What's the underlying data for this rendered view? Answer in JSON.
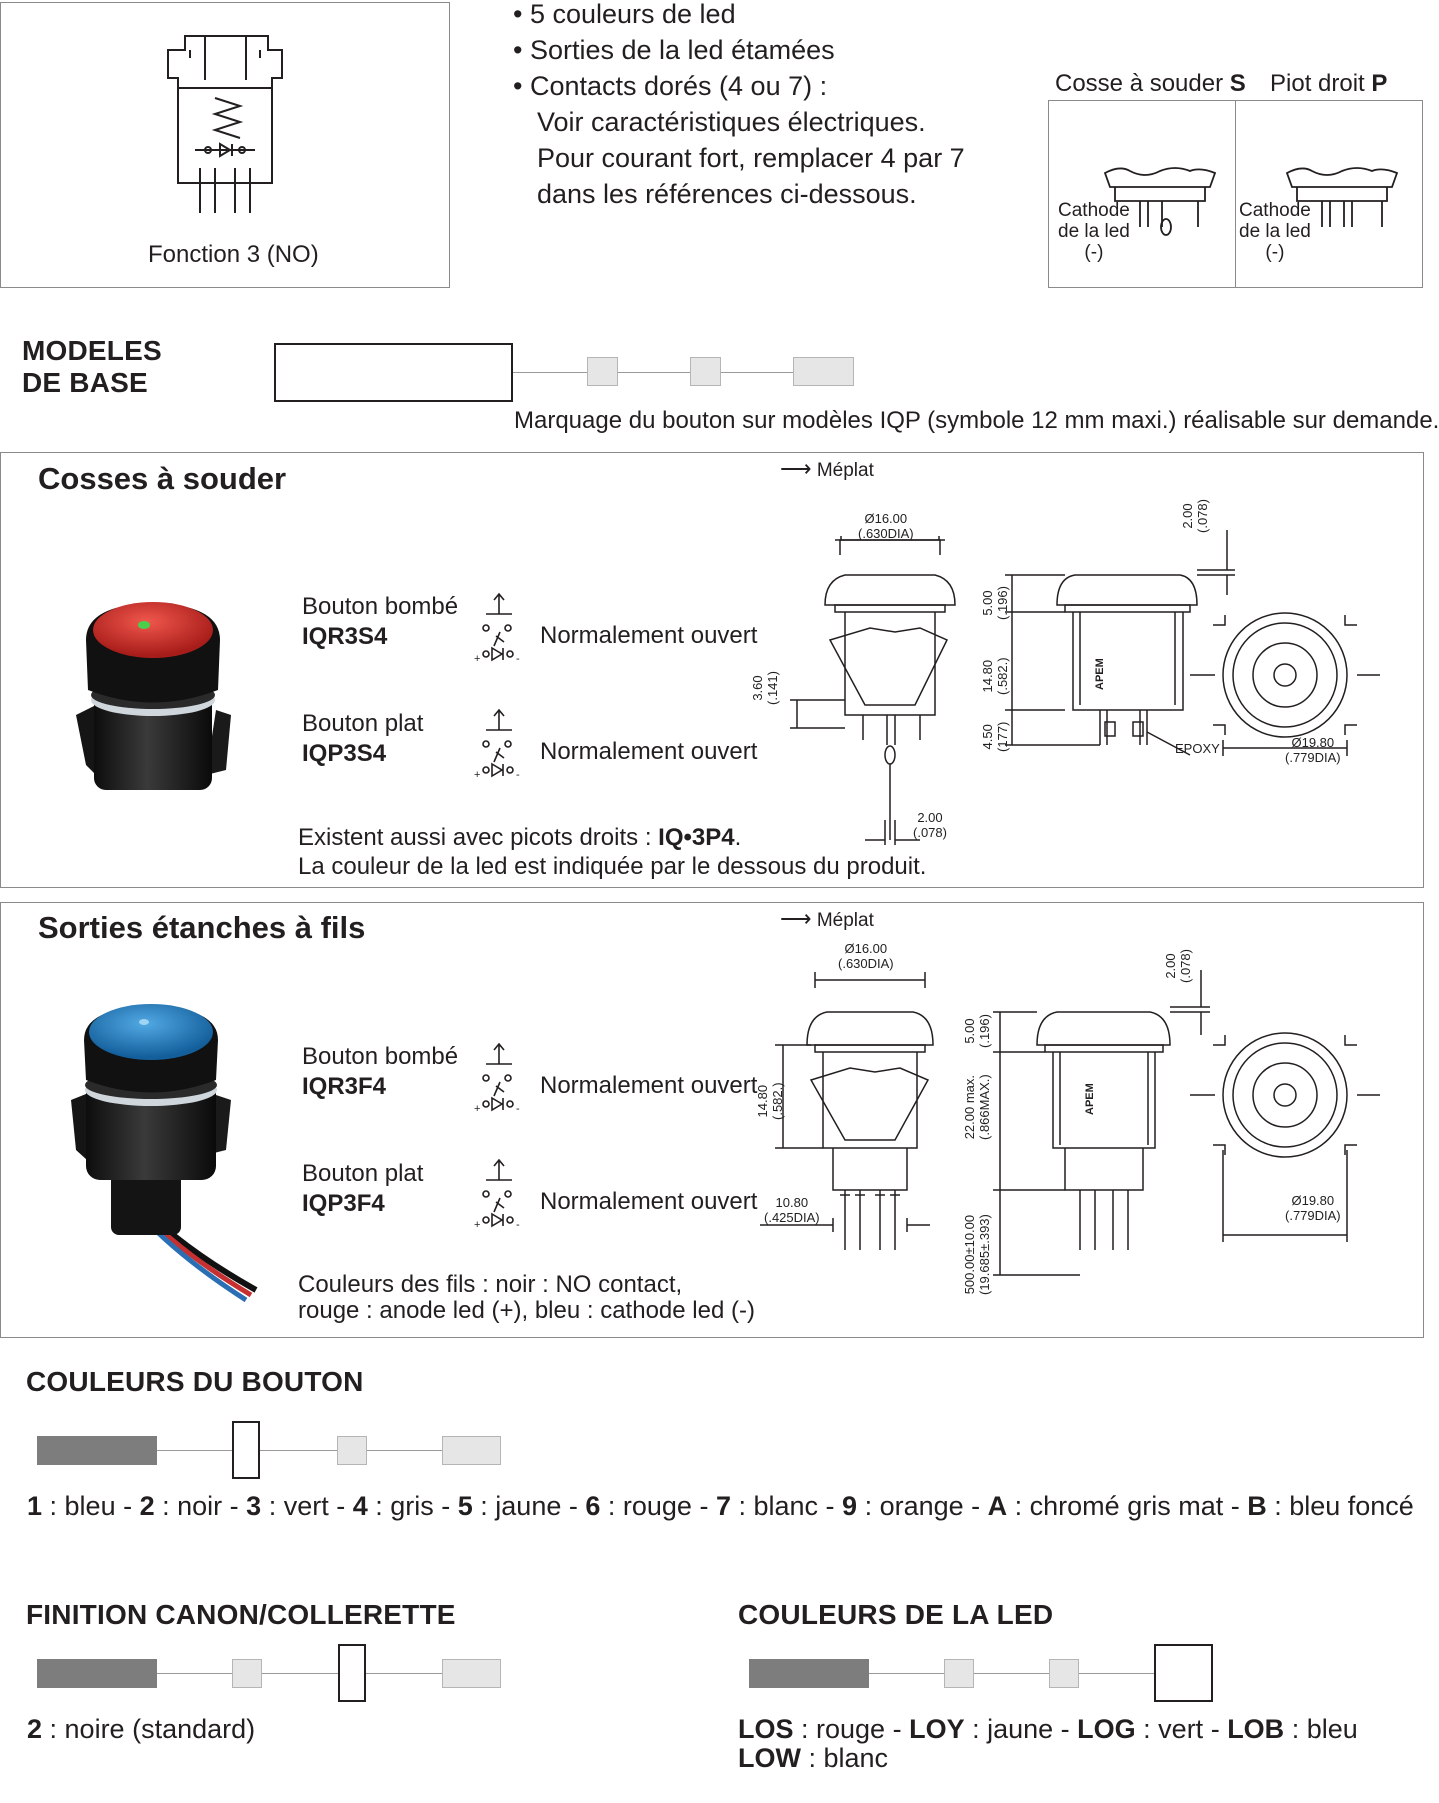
{
  "top": {
    "fonction_label": "Fonction 3 (NO)",
    "bullets": [
      "• 5 couleurs de led",
      "• Sorties de la led étamées",
      "• Contacts dorés (4 ou 7) :"
    ],
    "bullet_lines": [
      "Voir caractéristiques électriques.",
      "Pour courant fort, remplacer 4 par 7",
      "dans les références ci-dessous."
    ],
    "terminal_s_label": "Cosse à souder",
    "terminal_s_code": "S",
    "terminal_p_label": "Piot droit",
    "terminal_p_code": "P",
    "cathode_lines": [
      "Cathode",
      "de la led",
      "(-)"
    ]
  },
  "base_models": {
    "heading_line1": "MODELES",
    "heading_line2": "DE BASE",
    "note": "Marquage du bouton sur modèles IQP (symbole 12 mm maxi.) réalisable sur demande."
  },
  "solder": {
    "title": "Cosses à souder",
    "meplat": "Méplat",
    "items": [
      {
        "type": "Bouton bombé",
        "ref": "IQR3S4",
        "function": "Normalement ouvert"
      },
      {
        "type": "Bouton plat",
        "ref": "IQP3S4",
        "function": "Normalement ouvert"
      }
    ],
    "note1_prefix": "Existent aussi avec picots droits : ",
    "note1_ref": "IQ•3P4",
    "note1_suffix": ".",
    "note2": "La couleur de la led est indiquée par le dessous du produit.",
    "dims": {
      "d1": "Ø16.00",
      "d1b": "(.630DIA)",
      "d2": "2.00",
      "d2b": "(.078)",
      "d3": "5.00",
      "d3b": "(.196)",
      "d4": "14.80",
      "d4b": "(.582.)",
      "d5": "4.50",
      "d5b": "(177)",
      "d6": "3.60",
      "d6b": "(.141)",
      "d7": "2.00",
      "d7b": "(.078)",
      "d8": "Ø19.80",
      "d8b": "(.779DIA)",
      "epoxy": "EPOXY",
      "brand": "APEM"
    }
  },
  "wires": {
    "title": "Sorties étanches à fils",
    "meplat": "Méplat",
    "items": [
      {
        "type": "Bouton bombé",
        "ref": "IQR3F4",
        "function": "Normalement ouvert"
      },
      {
        "type": "Bouton plat",
        "ref": "IQP3F4",
        "function": "Normalement ouvert"
      }
    ],
    "note1": "Couleurs des fils : noir : NO contact,",
    "note2": "rouge : anode led (+), bleu : cathode led (-)",
    "dims": {
      "d1": "Ø16.00",
      "d1b": "(.630DIA)",
      "d2": "2.00",
      "d2b": "(.078)",
      "d3": "5.00",
      "d3b": "(.196)",
      "d4": "22.00 max.",
      "d4b": "(.866MAX.)",
      "d5": "14.80",
      "d5b": "(.582.)",
      "d6": "10.80",
      "d6b": "(.425DIA)",
      "d7": "500.00±10.00",
      "d7b": "(19.685±.393)",
      "d8": "Ø19.80",
      "d8b": "(.779DIA)",
      "brand": "APEM"
    }
  },
  "button_colors": {
    "heading": "COULEURS DU BOUTON",
    "legend": [
      {
        "code": "1",
        "name": "bleu"
      },
      {
        "code": "2",
        "name": "noir"
      },
      {
        "code": "3",
        "name": "vert"
      },
      {
        "code": "4",
        "name": "gris"
      },
      {
        "code": "5",
        "name": "jaune"
      },
      {
        "code": "6",
        "name": "rouge"
      },
      {
        "code": "7",
        "name": "blanc"
      },
      {
        "code": "9",
        "name": "orange"
      },
      {
        "code": "A",
        "name": "chromé gris mat"
      },
      {
        "code": "B",
        "name": "bleu foncé"
      }
    ]
  },
  "finish": {
    "heading": "FINITION CANON/COLLERETTE",
    "legend_code": "2",
    "legend_text": " : noire (standard)"
  },
  "led_colors": {
    "heading": "COULEURS DE LA LED",
    "legend_line1": [
      {
        "code": "LOS",
        "name": "rouge"
      },
      {
        "code": "LOY",
        "name": "jaune"
      },
      {
        "code": "LOG",
        "name": "vert"
      },
      {
        "code": "LOB",
        "name": "bleu"
      }
    ],
    "legend_line2": [
      {
        "code": "LOW",
        "name": "blanc"
      }
    ]
  },
  "colors": {
    "button_red": "#d7332e",
    "button_blue": "#1e7fc1",
    "body_black": "#1c1c1c",
    "code_dark": "#7d7d7d",
    "code_light": "#e6e6e6"
  }
}
